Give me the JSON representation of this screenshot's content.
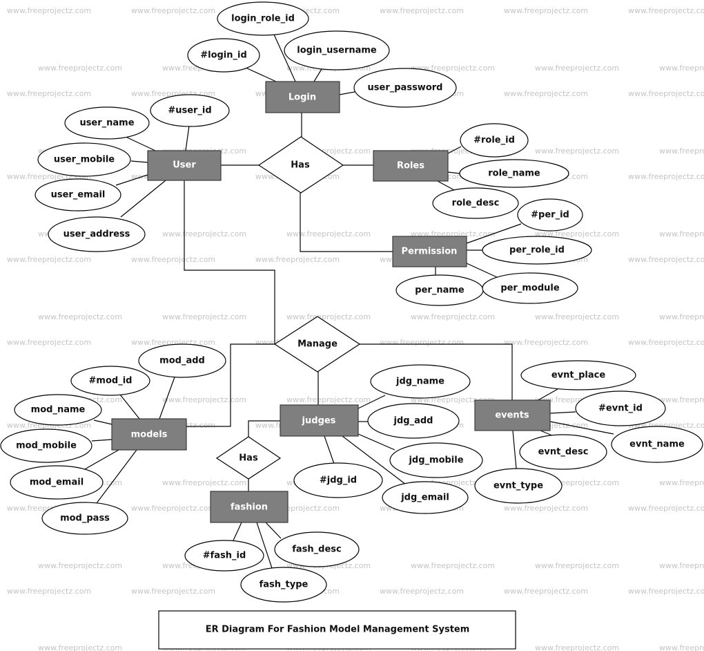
{
  "watermark": "www.freeprojectz.com",
  "title": "ER Diagram For Fashion Model Management System",
  "entities": {
    "login": "Login",
    "user": "User",
    "roles": "Roles",
    "permission": "Permission",
    "models": "models",
    "judges": "judges",
    "events": "events",
    "fashion": "fashion"
  },
  "relationships": {
    "has_top": "Has",
    "manage": "Manage",
    "has_fashion": "Has"
  },
  "attributes": {
    "login": [
      "login_role_id",
      "#login_id",
      "login_username",
      "user_password"
    ],
    "user": [
      "#user_id",
      "user_name",
      "user_mobile",
      "user_email",
      "user_address"
    ],
    "roles": [
      "#role_id",
      "role_name",
      "role_desc"
    ],
    "permission": [
      "#per_id",
      "per_role_id",
      "per_name",
      "per_module"
    ],
    "models": [
      "mod_add",
      "#mod_id",
      "mod_name",
      "mod_mobile",
      "mod_email",
      "mod_pass"
    ],
    "judges": [
      "jdg_name",
      "jdg_add",
      "jdg_mobile",
      "#jdg_id",
      "jdg_email"
    ],
    "events": [
      "evnt_place",
      "#evnt_id",
      "evnt_name",
      "evnt_desc",
      "evnt_type"
    ],
    "fashion": [
      "#fash_id",
      "fash_desc",
      "fash_type"
    ]
  }
}
